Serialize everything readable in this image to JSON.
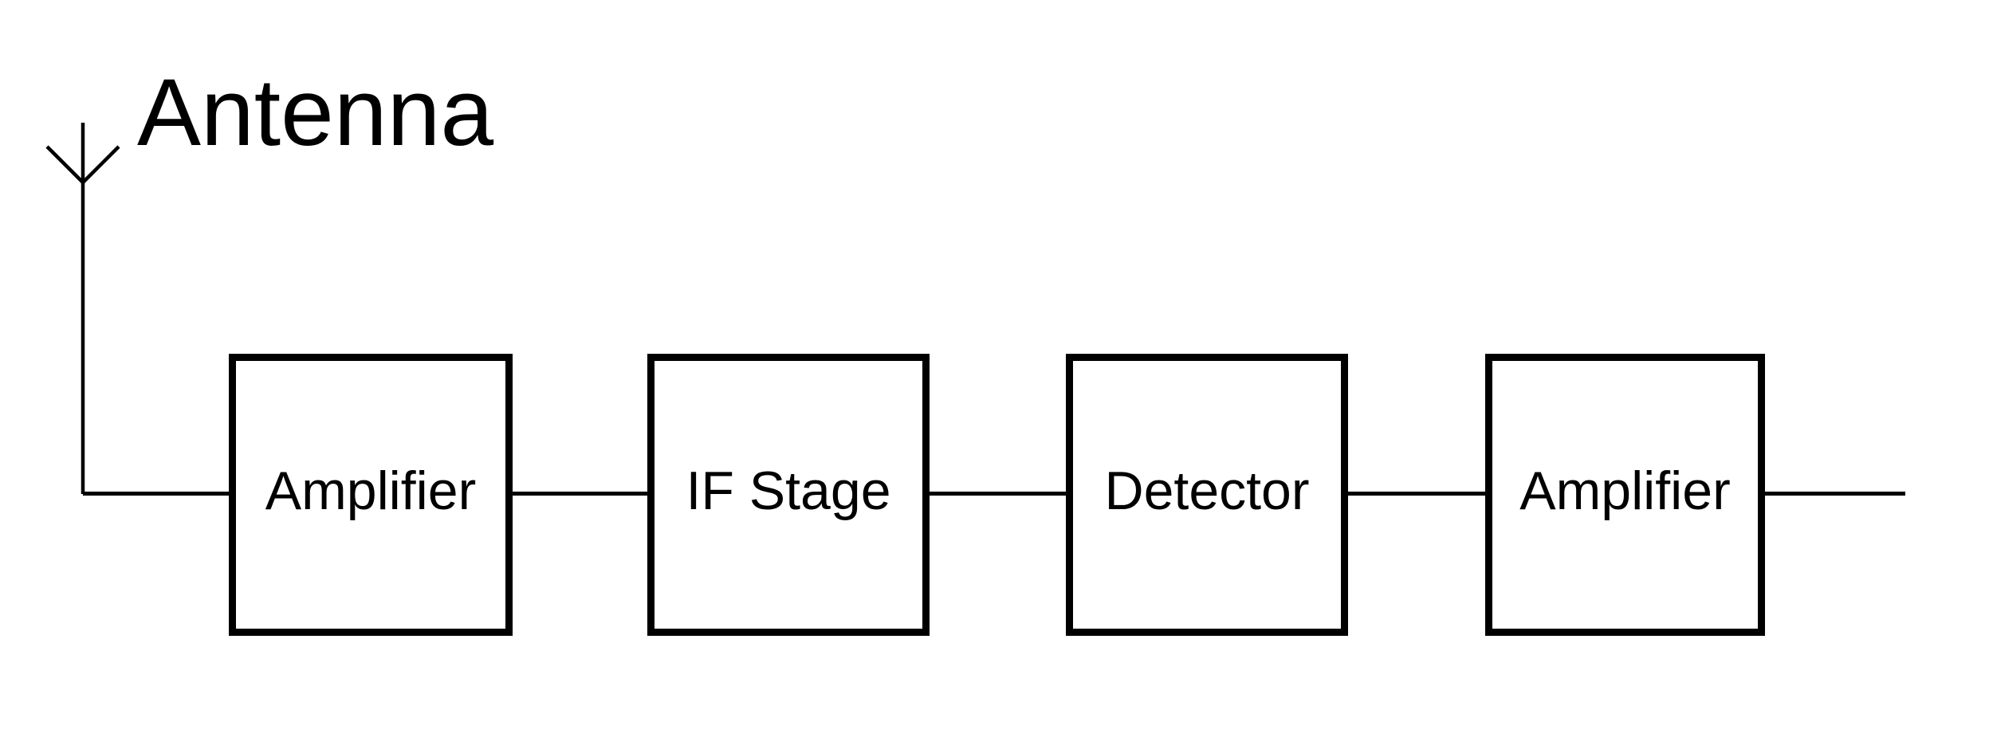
{
  "page": {
    "background_color": "#ffffff",
    "line_color": "#000000",
    "text_color": "#000000"
  },
  "diagram": {
    "antenna": {
      "label": "Antenna",
      "icon": "antenna-icon"
    },
    "blocks": [
      {
        "label": "Amplifier"
      },
      {
        "label": "IF Stage"
      },
      {
        "label": "Detector"
      },
      {
        "label": "Amplifier"
      }
    ]
  }
}
